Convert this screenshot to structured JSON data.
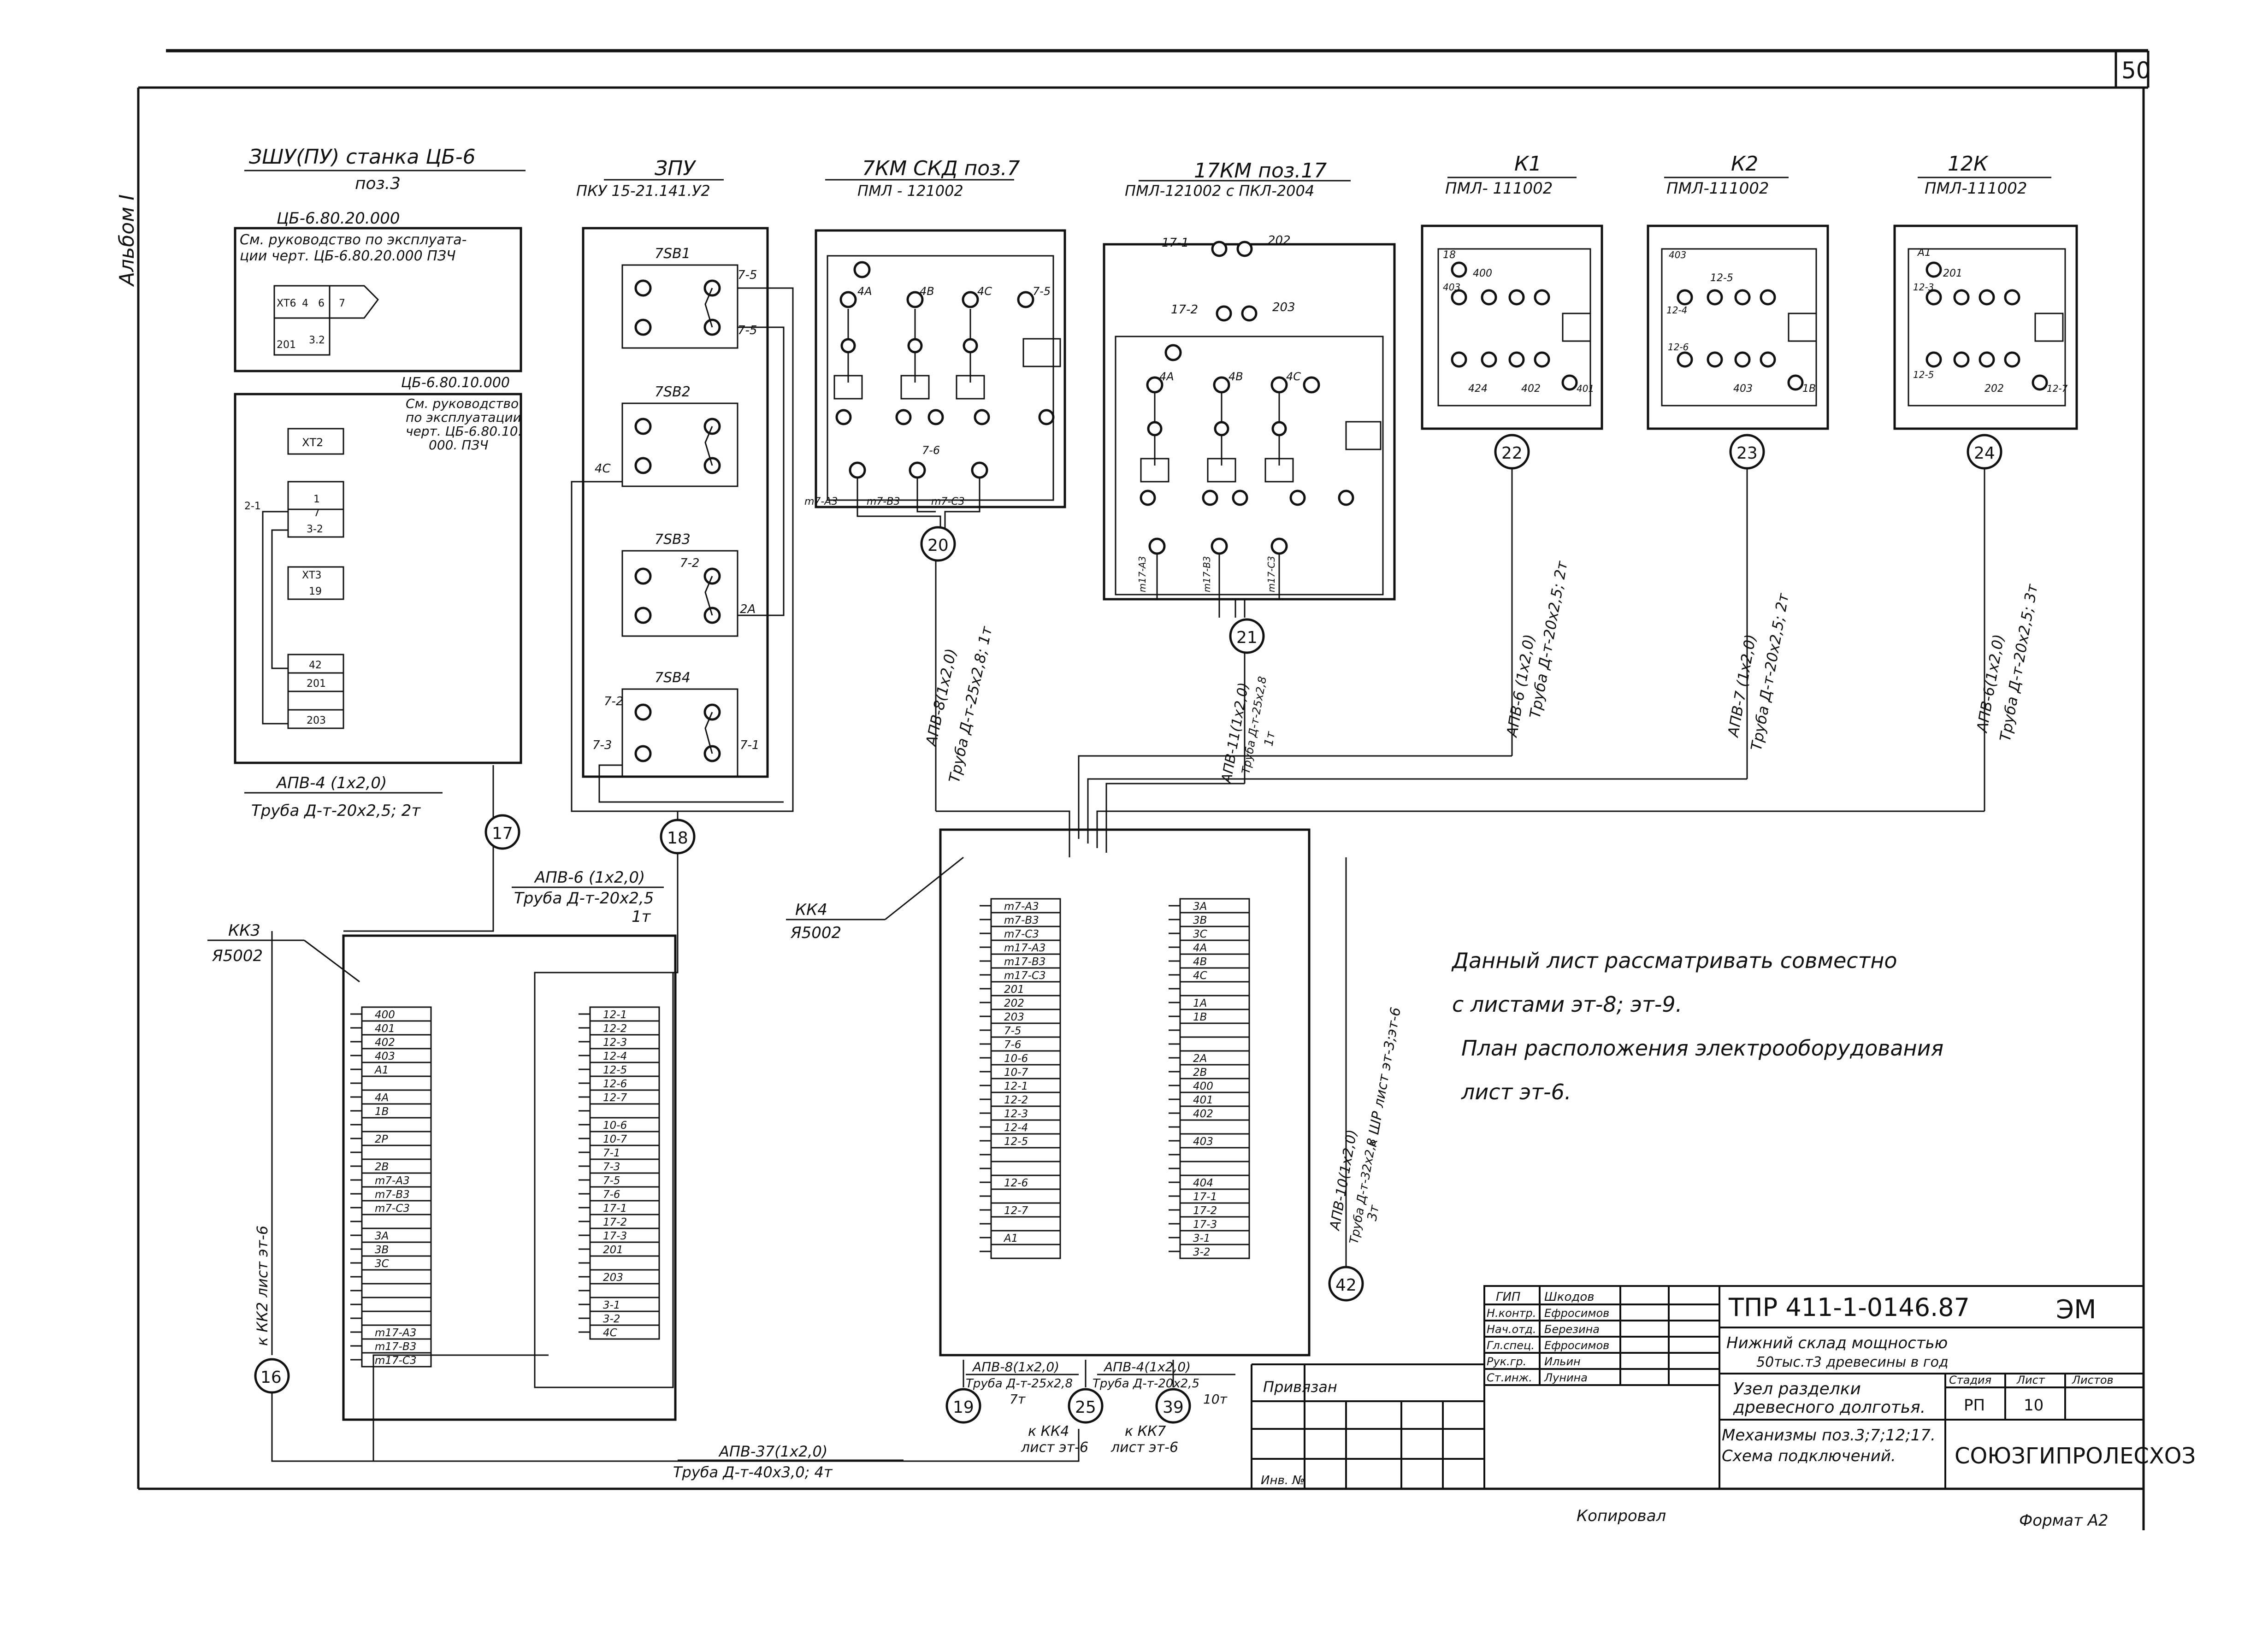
{
  "sheet": {
    "page_number": "50",
    "album": "Альбом I"
  },
  "panels": {
    "zshu": {
      "title": "ЗШУ(ПУ) станка ЦБ-6",
      "pos": "поз.3",
      "sub1": "ЦБ-6.80.20.000",
      "note1a": "См. руководство по эксплуата-",
      "note1b": "ции черт. ЦБ-6.80.20.000 ПЗЧ",
      "sub2": "ЦБ-6.80.10.000",
      "note2a": "См. руководство",
      "note2b": "по эксплуатации",
      "note2c": "черт. ЦБ-6.80.10.",
      "note2d": "000. ПЗЧ",
      "term_a": [
        "ХТ6",
        "4",
        "6",
        "7",
        "3.2",
        "201"
      ],
      "term_b": [
        "ХТ2",
        "1",
        "7",
        "3-2",
        "ХТ3",
        "19",
        "42",
        "201",
        "203"
      ]
    },
    "zpu": {
      "title": "ЗПУ",
      "model": "ПКУ 15-21.141.У2",
      "buttons": [
        "7SB1",
        "7SB2",
        "7SB3",
        "7SB4"
      ],
      "labels": [
        "7-5",
        "7-5",
        "7-2",
        "2А",
        "7-2",
        "7-3",
        "7-1",
        "4С"
      ]
    },
    "km7": {
      "title": "7КМ СКД поз.7",
      "model": "ПМЛ - 121002",
      "labels": [
        "4А",
        "4В",
        "4С",
        "7-5",
        "7-6",
        "m7-A3",
        "m7-B3",
        "m7-C3"
      ]
    },
    "km17": {
      "title": "17КМ поз.17",
      "model": "ПМЛ-121002 с ПКЛ-2004",
      "labels": [
        "17-1",
        "202",
        "17-2",
        "203",
        "4А",
        "4В",
        "4С",
        "m17-A3",
        "m17-B3",
        "m17-C3"
      ]
    },
    "k1": {
      "title": "К1",
      "model": "ПМЛ- 111002",
      "labels": [
        "18",
        "400",
        "403",
        "424",
        "402",
        "401"
      ]
    },
    "k2": {
      "title": "К2",
      "model": "ПМЛ-111002",
      "labels": [
        "403",
        "12-5",
        "12-4",
        "12-6",
        "403",
        "1В"
      ]
    },
    "k12": {
      "title": "12К",
      "model": "ПМЛ-111002",
      "labels": [
        "А1",
        "201",
        "12-3",
        "12-5",
        "202",
        "12-7"
      ]
    }
  },
  "nodes": [
    "16",
    "17",
    "18",
    "19",
    "20",
    "21",
    "22",
    "23",
    "24",
    "25",
    "39",
    "42"
  ],
  "cables": {
    "c17": {
      "wire": "АПВ-4 (1х2,0)",
      "pipe": "Труба Д-т-20х2,5; 2т"
    },
    "c18": {
      "wire": "АПВ-6 (1х2,0)",
      "pipe": "Труба Д-т-20х2,5",
      "len": "1т"
    },
    "c20": {
      "wire": "АПВ-8(1х2,0)",
      "pipe": "Труба Д-т-25х2,8; 1т"
    },
    "c21": {
      "wire": "АПВ-11(1х2,0)",
      "pipe": "Труба Д-т-25х2,8",
      "len": "1т"
    },
    "c22": {
      "wire": "АПВ-6 (1х2,0)",
      "pipe": "Труба Д-т-20х2,5; 2т"
    },
    "c23": {
      "wire": "АПВ-7 (1х2,0)",
      "pipe": "Труба Д-т-20х2,5; 2т"
    },
    "c24": {
      "wire": "АПВ-6(1х2,0)",
      "pipe": "Труба Д-т-20х2,5; 3т"
    },
    "c42": {
      "wire": "АПВ-10(1х2,0)",
      "pipe": "Труба Д-т-32х2,8",
      "len": "3т",
      "dest": "к ШР лист эт-3;эт-6"
    },
    "c16": {
      "dest": "к КК2 лист эт-6"
    },
    "c19": {
      "wire": "АПВ-8(1х2,0)",
      "pipe": "Труба Д-т-25х2,8",
      "len": "7т"
    },
    "c39": {
      "wire": "АПВ-4(1х2,0)",
      "pipe": "Труба Д-т-20х2,5",
      "len": "10т"
    },
    "bottom": {
      "wire": "АПВ-37(1х2,0)",
      "pipe": "Труба Д-т-40х3,0; 4т"
    },
    "kk4_ref": "к КК4",
    "kk4_sheet": "лист эт-6",
    "kk7_ref": "к КК7",
    "kk7_sheet": "лист эт-6"
  },
  "boxes": {
    "kk3": {
      "label": "КК3",
      "type": "Я5002",
      "left": [
        "400",
        "401",
        "402",
        "403",
        "А1",
        "",
        "4А",
        "1В",
        "",
        "2Р",
        "",
        "2В",
        "m7-A3",
        "m7-B3",
        "m7-C3",
        "",
        "3А",
        "3В",
        "3С",
        "",
        "",
        "",
        "",
        "m17-A3",
        "m17-B3",
        "m17-C3"
      ],
      "right": [
        "12-1",
        "12-2",
        "12-3",
        "12-4",
        "12-5",
        "12-6",
        "12-7",
        "",
        "10-6",
        "10-7",
        "7-1",
        "7-3",
        "7-5",
        "7-6",
        "17-1",
        "17-2",
        "17-3",
        "201",
        "",
        "203",
        "",
        "3-1",
        "3-2",
        "4С"
      ]
    },
    "kk4": {
      "label": "КК4",
      "type": "Я5002",
      "left": [
        "m7-A3",
        "m7-B3",
        "m7-C3",
        "m17-A3",
        "m17-B3",
        "m17-C3",
        "201",
        "202",
        "203",
        "7-5",
        "7-6",
        "10-6",
        "10-7",
        "12-1",
        "12-2",
        "12-3",
        "12-4",
        "12-5",
        "",
        "",
        "12-6",
        "",
        "12-7",
        "",
        "А1",
        ""
      ],
      "right": [
        "3А",
        "3В",
        "3С",
        "4А",
        "4В",
        "4С",
        "",
        "1А",
        "1В",
        "",
        "",
        "2А",
        "2В",
        "400",
        "401",
        "402",
        "",
        "403",
        "",
        "",
        "404",
        "17-1",
        "17-2",
        "17-3",
        "3-1",
        "3-2"
      ]
    }
  },
  "notes": {
    "line1": "Данный лист рассматривать совместно",
    "line2": "с листами эт-8; эт-9.",
    "line3": "План расположения электрооборудования",
    "line4": "лист эт-6."
  },
  "title_block": {
    "roles": [
      "ГИП",
      "Н.контр.",
      "Нач.отд.",
      "Гл.спец.",
      "Рук.гр.",
      "Ст.инж."
    ],
    "names": [
      "Шкодов",
      "Ефросимов",
      "Березина",
      "Ефросимов",
      "Ильин",
      "Лунина"
    ],
    "privyazan": "Привязан",
    "inv": "Инв. №",
    "code": "ТПР 411-1-0146.87",
    "mark": "ЭМ",
    "project_a": "Нижний склад мощностью",
    "project_b": "50тыс.т3 древесины в год",
    "unit_a": "Узел разделки",
    "unit_b": "древесного долготья.",
    "mech_a": "Механизмы поз.3;7;12;17.",
    "mech_b": "Схема подключений.",
    "stage_h": "Стадия",
    "sheet_h": "Лист",
    "sheets_h": "Листов",
    "stage": "РП",
    "sheet_no": "10",
    "org": "СОЮЗГИПРОЛЕСХОЗ"
  },
  "footer": {
    "copied": "Копировал",
    "format": "Формат А2"
  }
}
